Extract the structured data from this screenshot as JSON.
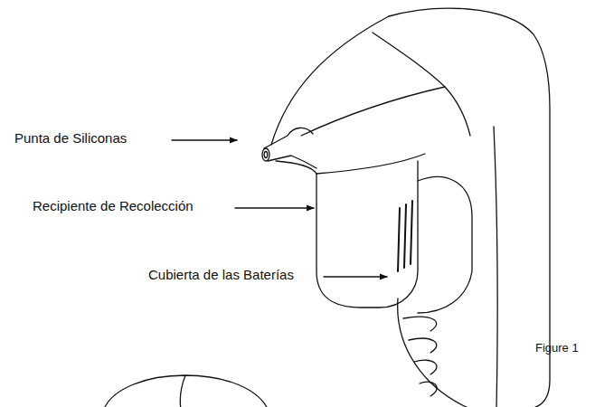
{
  "diagram": {
    "labels": [
      "Punta de Siliconas",
      "Recipiente de Recolección",
      "Cubierta de las Baterías",
      "Figure 1"
    ]
  }
}
